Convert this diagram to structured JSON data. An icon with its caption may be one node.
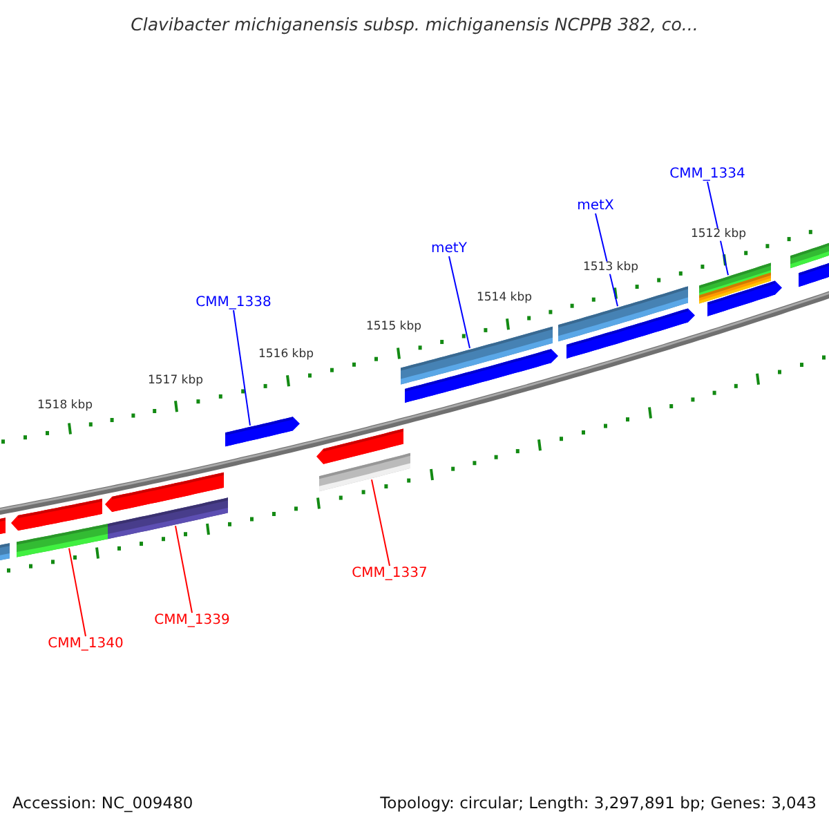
{
  "diagram": {
    "title": "Clavibacter michiganensis subsp. michiganensis NCPPB 382, co...",
    "nodes": [
      {
        "text": [
          "CMM_1334"
        ]
      },
      {
        "text": [],
        "shape": "bar"
      },
      {
        "text": [
          "metX"
        ]
      },
      {
        "text": [],
        "shape": "bar"
      },
      {
        "text": [
          "metY"
        ]
      },
      {
        "text": [],
        "shape": "bar"
      },
      {
        "text": [
          "CMM_1338"
        ]
      },
      {
        "text": [],
        "shape": "arrow"
      },
      {
        "text": [
          "CMM_1337"
        ]
      },
      {
        "text": [],
        "shape": "bar"
      },
      {
        "text": [
          "CMM_1339"
        ]
      },
      {
        "text": [],
        "shape": "bar"
      },
      {
        "text": [
          "CMM_1340"
        ]
      },
      {
        "text": [],
        "shape": "bar"
      },
      {
        "text": [],
        "shape": "bar"
      },
      {
        "text": [],
        "shape": "bar"
      },
      {
        "text": [],
        "shape": "arrow"
      },
      {
        "text": [],
        "shape": "arrow"
      },
      {
        "text": [],
        "shape": "arrow"
      },
      {
        "text": [],
        "shape": "arrow"
      },
      {
        "text": [],
        "shape": "arrow"
      },
      {
        "text": [],
        "shape": "bar"
      },
      {
        "text": [],
        "shape": "arrow"
      },
      {
        "text": [],
        "shape": "bar"
      },
      {
        "text": [],
        "shape": "bar"
      }
    ],
    "edges": [
      {
        "from": 0,
        "to": 1,
        "arrow": "none"
      },
      {
        "from": 2,
        "to": 3,
        "arrow": "none"
      },
      {
        "from": 4,
        "to": 5,
        "arrow": "none"
      },
      {
        "from": 6,
        "to": 7,
        "arrow": "none"
      },
      {
        "from": 8,
        "to": 9,
        "arrow": "none",
        "color": "#ff0000"
      },
      {
        "from": 10,
        "to": 11,
        "arrow": "none",
        "color": "#ff0000"
      },
      {
        "from": 12,
        "to": 13,
        "arrow": "none",
        "color": "#ff0000"
      }
    ],
    "labels": [
      "1512 kbp",
      "1513 kbp",
      "1514 kbp",
      "1515 kbp",
      "1516 kbp",
      "1517 kbp",
      "1518 kbp",
      "Accession: NC_009480",
      "Topology: circular; Length: 3,297,891 bp; Genes: 3,043"
    ]
  }
}
